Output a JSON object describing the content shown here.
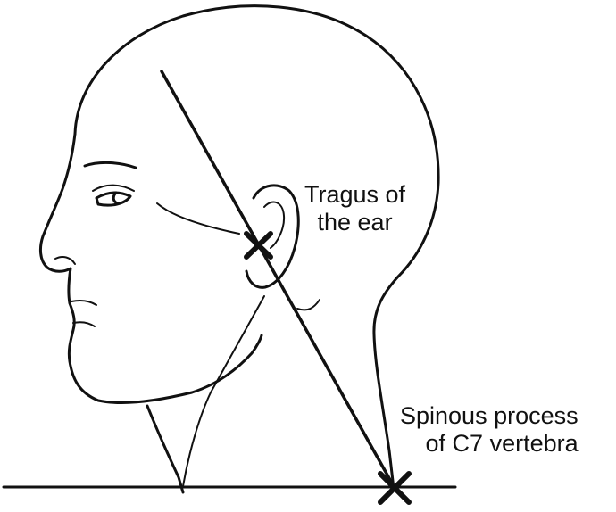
{
  "labels": {
    "tragus": [
      "Tragus of",
      "the ear"
    ],
    "c7": [
      "Spinous process",
      "of C7 vertebra"
    ]
  },
  "colors": {
    "ink": "#111111",
    "background": "#ffffff"
  },
  "icons": {
    "landmark_marker": "x-mark-icon"
  }
}
